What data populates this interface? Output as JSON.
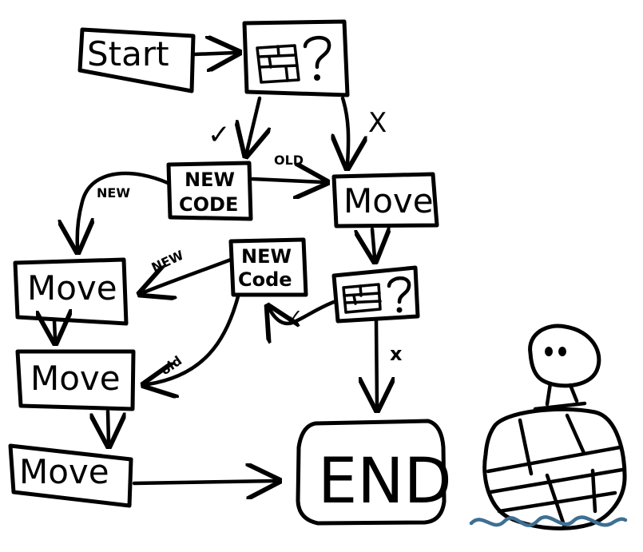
{
  "diagram": {
    "nodes": {
      "start": "Start",
      "new_code_top_line1": "NEW",
      "new_code_top_line2": "CODE",
      "move_top": "Move",
      "new_code_mid_line1": "NEW",
      "new_code_mid_line2": "Code",
      "move_left1": "Move",
      "move_left2": "Move",
      "move_left3": "Move",
      "end": "END"
    },
    "edges": {
      "check_top": "✓",
      "x_top": "X",
      "old_top": "OLD",
      "new_left_top": "NEW",
      "new_mid": "NEW",
      "old_mid": "old",
      "check_mid": "✓",
      "x_mid": "x"
    },
    "colors": {
      "ink": "#000000",
      "water": "#3d6f92",
      "paper": "#ffffff"
    },
    "icons": {
      "wall_question_top": "wall-question-icon",
      "wall_question_mid": "wall-question-icon",
      "robot_on_wall": "robot-on-wall-icon"
    }
  }
}
